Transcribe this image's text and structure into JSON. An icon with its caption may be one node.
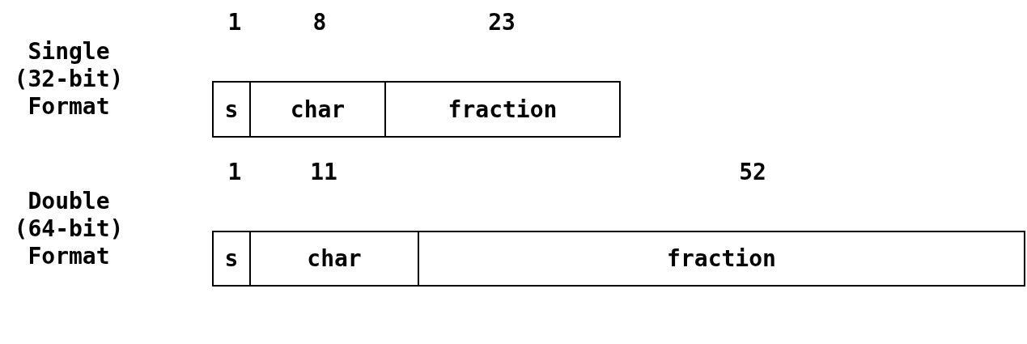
{
  "diagram": {
    "nodes": [
      {
        "text": [
          "s"
        ]
      },
      {
        "text": [
          "char"
        ]
      },
      {
        "text": [
          "fraction"
        ]
      },
      {
        "text": [
          "s"
        ]
      },
      {
        "text": [
          "char"
        ]
      },
      {
        "text": [
          "fraction"
        ]
      }
    ],
    "edges": [],
    "labels": [
      "1",
      "8",
      "23",
      "Single (32-bit) Format",
      "1",
      "11",
      "52",
      "Double (64-bit) Format"
    ]
  }
}
